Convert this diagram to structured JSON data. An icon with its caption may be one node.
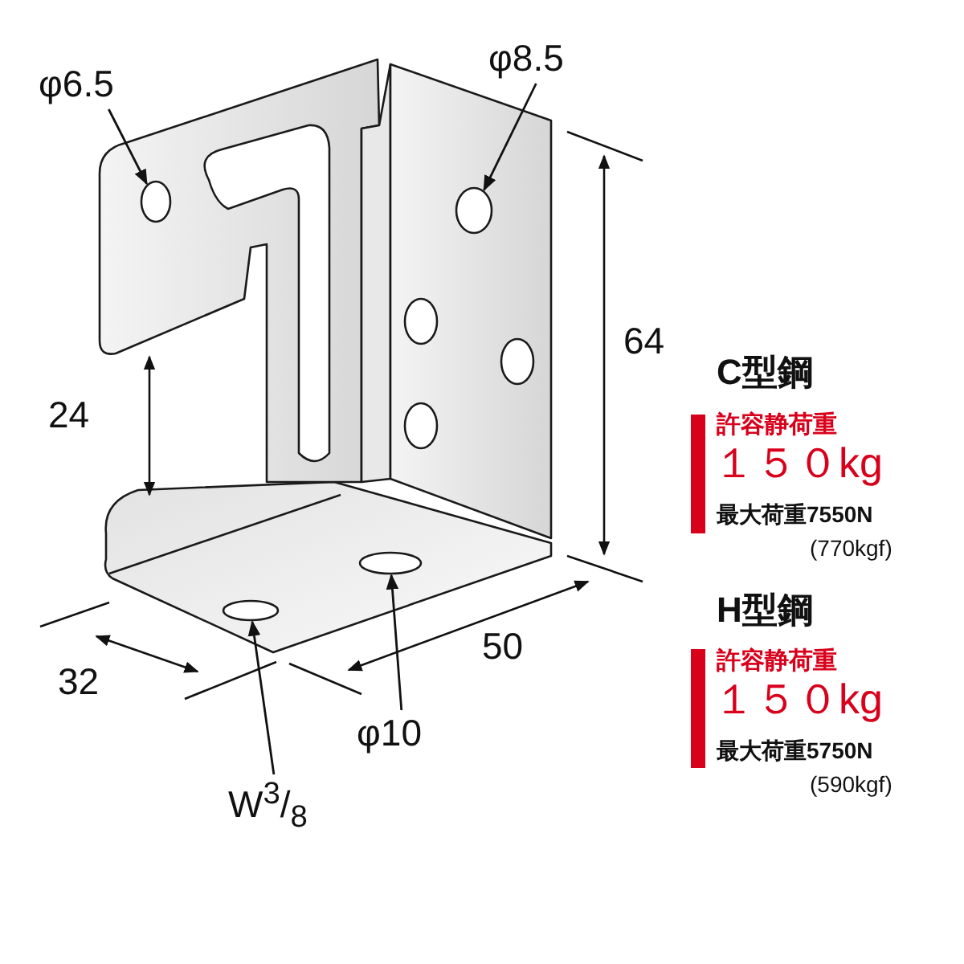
{
  "diagram": {
    "nodes": [
      {
        "text": [
          "φ6.5"
        ]
      },
      {
        "text": [],
        "shape": "circle"
      },
      {
        "text": [
          "φ8.5"
        ]
      },
      {
        "text": [],
        "shape": "circle"
      },
      {
        "text": [],
        "shape": "circle"
      },
      {
        "text": [
          "φ10"
        ]
      },
      {
        "text": [],
        "shape": "circle"
      },
      {
        "text": [
          "W$^{3}$/$_{8}$"
        ]
      }
    ],
    "edges": [
      {
        "from": 0,
        "to": 1,
        "arrow": "to"
      },
      {
        "from": 2,
        "to": 3,
        "arrow": "to"
      },
      {
        "from": 5,
        "to": 4,
        "arrow": "to"
      },
      {
        "from": 7,
        "to": 6,
        "arrow": "to"
      }
    ],
    "labels": [
      "24",
      "64",
      "32",
      "50",
      "C型鋼",
      "許容静荷重",
      "１５０kg",
      "最大荷重7550N",
      "(770kgf)",
      "H型鋼",
      "許容静荷重",
      "１５０kg",
      "最大荷重5750N",
      "(590kgf)"
    ]
  }
}
